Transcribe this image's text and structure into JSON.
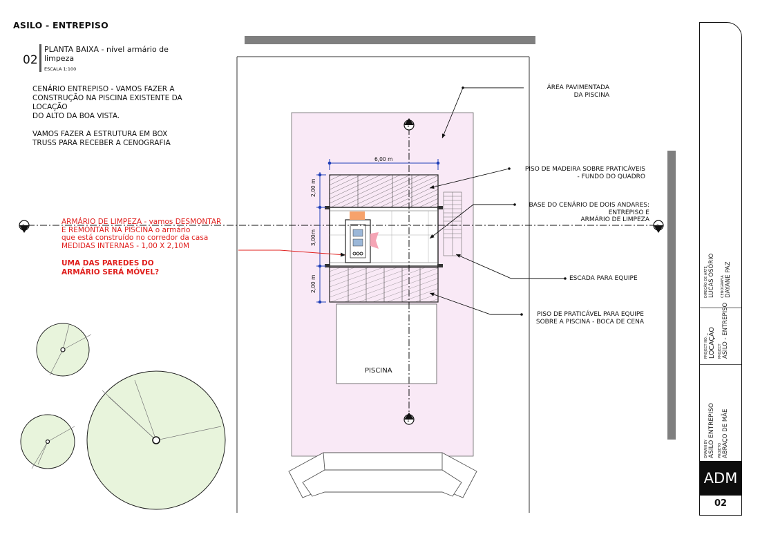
{
  "sheet_title": "ASILO - ENTREPISO",
  "view": {
    "number": "02",
    "title": "PLANTA BAIXA - nível armário de limpeza",
    "scale": "ESCALA 1:100"
  },
  "notes": "CENÁRIO ENTREPISO - VAMOS FAZER A\nCONSTRUÇÃO NA PISCINA EXISTENTE DA\nLOCAÇÃO\nDO ALTO DA BOA VISTA.\n\nVAMOS FAZER A ESTRUTURA EM BOX\nTRUSS PARA RECEBER A CENOGRAFIA",
  "red_note": "ARMÁRIO DE LIMPEZA - vamos DESMONTAR\nE REMONTAR NA PISCINA o armário\nque está construído no corredor da casa\nMEDIDAS INTERNAS - 1,00 X 2,10M",
  "red_note_bold": "UMA DAS PAREDES DO\nARMÁRIO SERÁ MÓVEL?",
  "annotations": {
    "area_pavimentada": "ÁREA PAVIMENTADA\nDA PISCINA",
    "piso_madeira": "PISO DE MADEIRA SOBRE PRATICÁVEIS\n- FUNDO DO QUADRO",
    "base_cenario": "BASE DO CENÁRIO DE DOIS ANDARES:\nENTREPISO E\nARMÁRIO DE LIMPEZA",
    "escada": "ESCADA PARA EQUIPE",
    "piso_praticavel": "PISO DE PRATICÁVEL PARA EQUIPE\nSOBRE A PISCINA - BOCA DE CENA",
    "piscina": "PISCINA"
  },
  "dimensions": {
    "width": "6,00 m",
    "top_depth": "2,00 m",
    "mid_depth": "3,00m",
    "bottom_depth": "2,00 m"
  },
  "section_marks": {
    "vertical": "1",
    "horizontal": "2"
  },
  "title_block": {
    "direction_label": "DIREÇÃO DE ARTE",
    "direction_name": "LUCAS OSÓRIO",
    "scenography_label": "CENOGRAFIA",
    "scenography_name": "DAYANE PAZ",
    "project_no_label": "PROJECT NO.",
    "project_no_value": "LOCAÇÃO",
    "project_label": "PROJECT",
    "project_value": "ASILO - ENTREPISO",
    "drawn_label": "DRAWN BY",
    "drawn_value": "ASILO ENTREPISO",
    "projeto_label": "PROJETO",
    "projeto_value": "ABRAÇO DE MÃE",
    "code": "ADM",
    "sheet": "02"
  },
  "colors": {
    "pavement": "#f9e9f6",
    "trees": "#e8f4dc",
    "dimension": "#1f3fb8",
    "red": "#e0201e",
    "orange": "#f7a26b"
  }
}
